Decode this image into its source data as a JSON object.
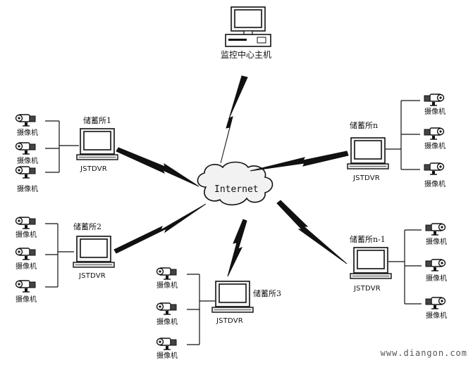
{
  "host": {
    "label": "监控中心主机"
  },
  "internet": {
    "label": "Internet"
  },
  "watermark": "www.diangon.com",
  "icons": {
    "computer": "computer-icon",
    "camera": "camera-icon",
    "cloud": "cloud-icon",
    "link": "lightning-link-icon"
  },
  "sites": [
    {
      "name": "储蓄所1",
      "dvr": "JSTDVR",
      "cameras": [
        "摄像机",
        "摄像机",
        "摄像机"
      ]
    },
    {
      "name": "储蓄所2",
      "dvr": "JSTDVR",
      "cameras": [
        "摄像机",
        "摄像机",
        "摄像机"
      ]
    },
    {
      "name": "储蓄所3",
      "dvr": "JSTDVR",
      "cameras": [
        "摄像机",
        "摄像机",
        "摄像机"
      ]
    },
    {
      "name": "储蓄所n",
      "dvr": "JSTDVR",
      "cameras": [
        "摄像机",
        "摄像机",
        "摄像机"
      ]
    },
    {
      "name": "储蓄所n-1",
      "dvr": "JSTDVR",
      "cameras": [
        "摄像机",
        "摄像机",
        "摄像机"
      ]
    }
  ]
}
